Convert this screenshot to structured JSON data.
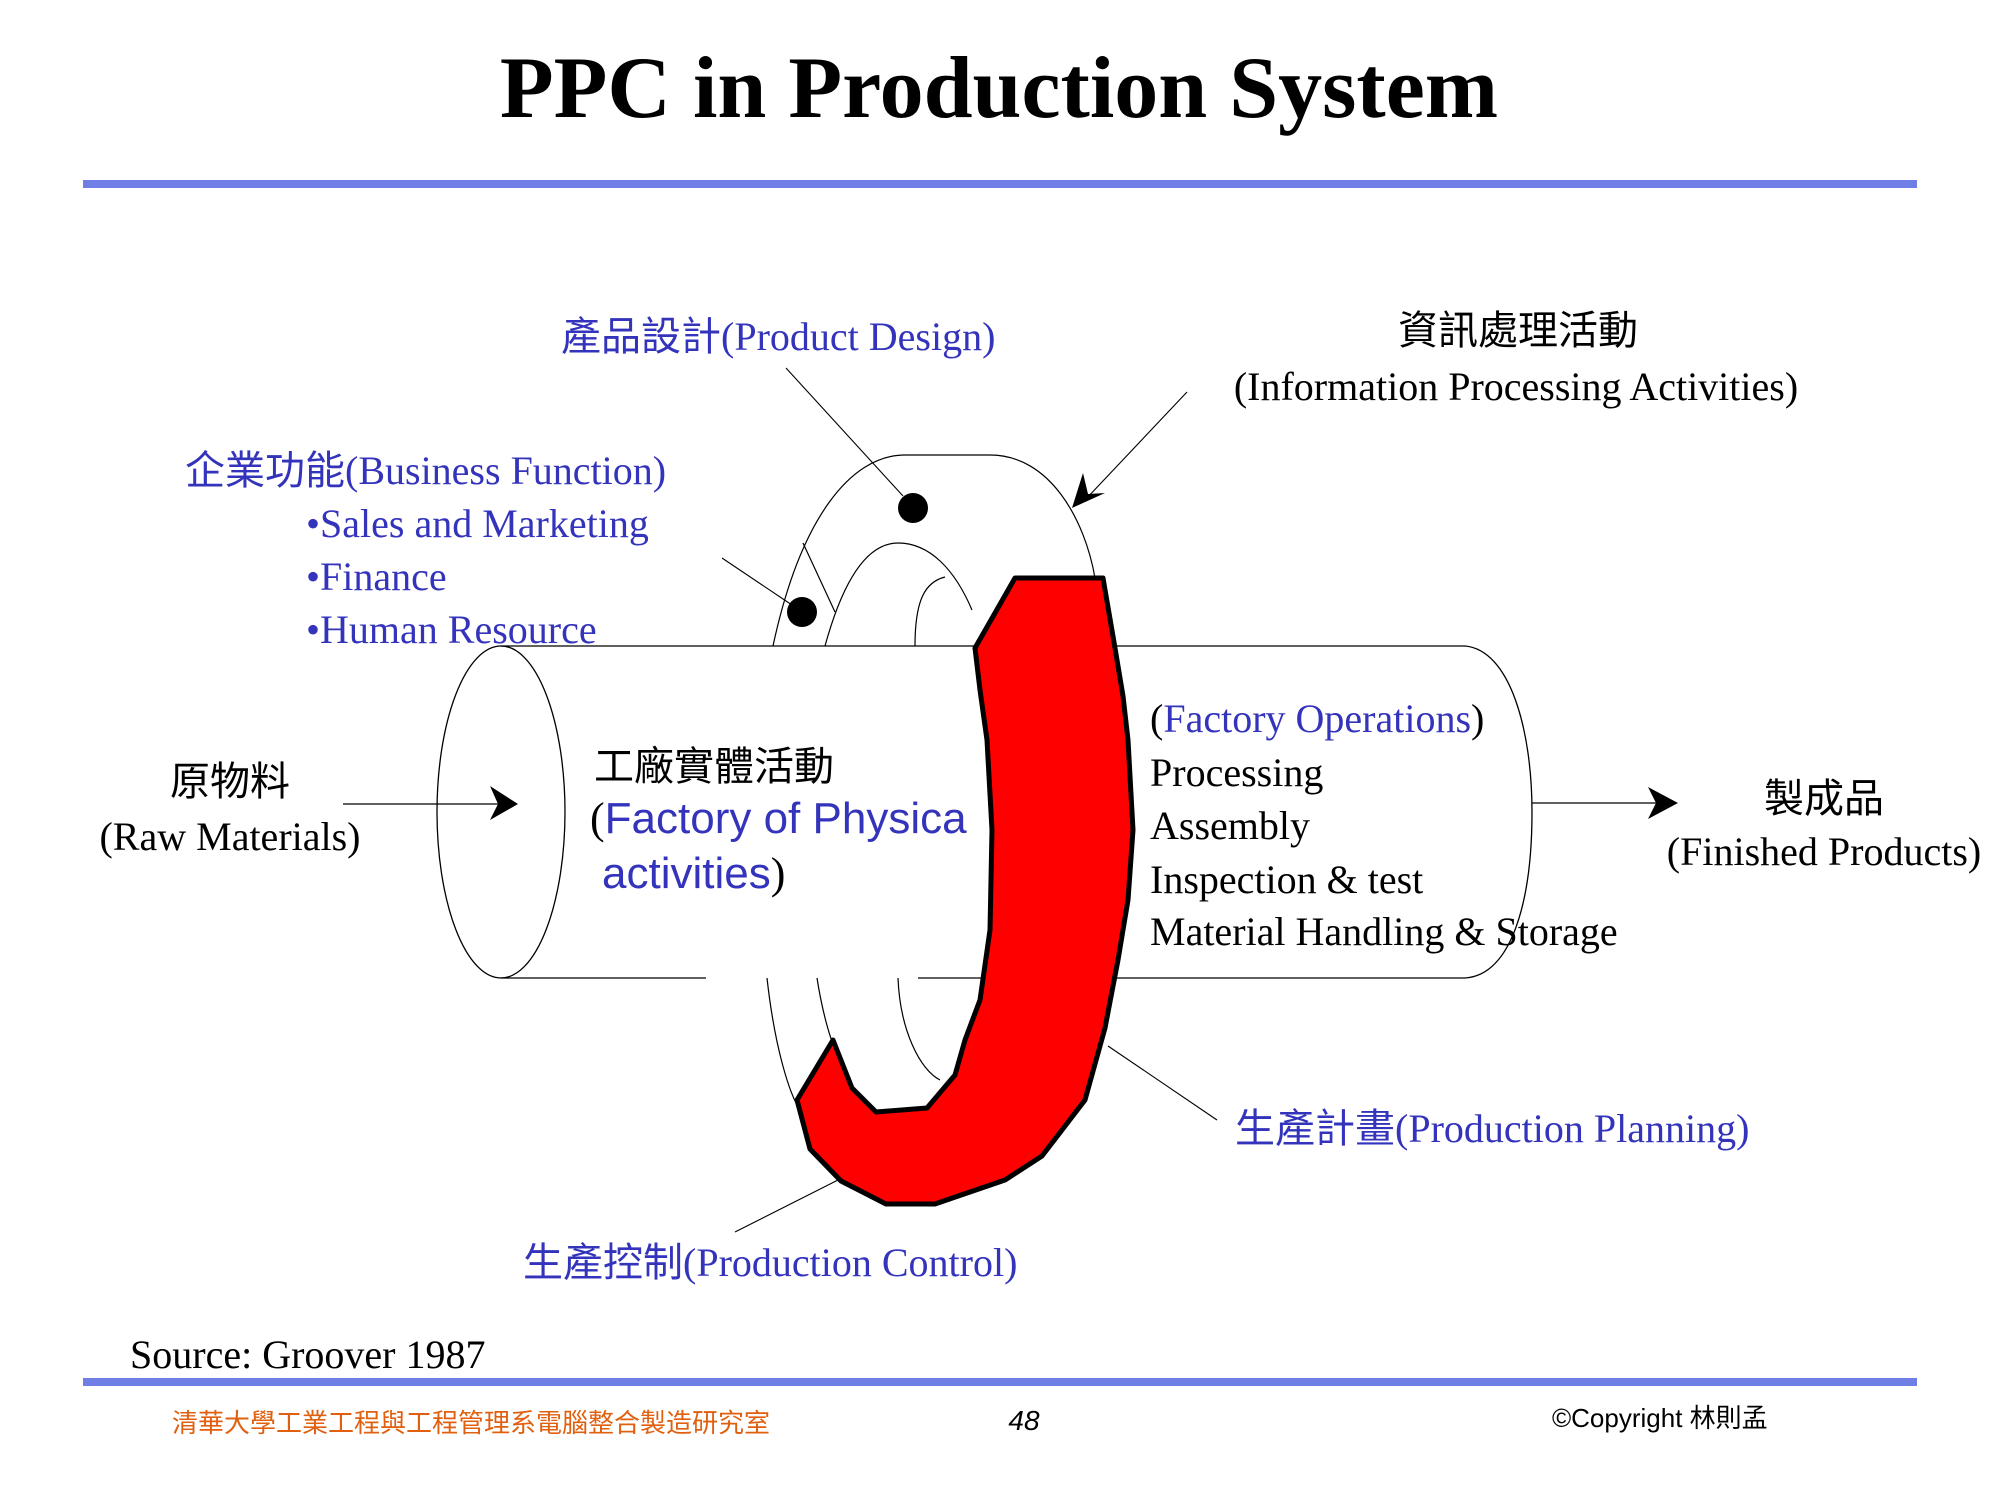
{
  "slide": {
    "title": "PPC in Production System",
    "page_number": "48",
    "source": "Source: Groover 1987",
    "footer_org": "清華大學工業工程與工程管理系電腦整合製造研究室",
    "copyright": "©Copyright 林則孟"
  },
  "colors": {
    "rule": "#6f7fe6",
    "label_blue": "#3333bb",
    "ring_red": "#ff0000",
    "footer_orange": "#e06010"
  },
  "labels": {
    "product_design": "產品設計(Product Design)",
    "info_processing_zh": "資訊處理活動",
    "info_processing_en": "(Information Processing Activities)",
    "business_function": "企業功能(Business Function)",
    "business_items": [
      "•Sales and Marketing",
      "•Finance",
      "•Human Resource"
    ],
    "raw_materials_zh": "原物料",
    "raw_materials_en": "(Raw Materials)",
    "factory_physical_zh": "工廠實體活動",
    "factory_physical_open": "(",
    "factory_physical_en1": "Factory of Physica",
    "factory_physical_en2": "activities",
    "factory_physical_close": ")",
    "factory_ops_open": "(",
    "factory_ops_title": "Factory Operations",
    "factory_ops_close": ")",
    "factory_ops_items": [
      "Processing",
      "Assembly",
      "Inspection & test",
      "Material Handling & Storage"
    ],
    "finished_zh": "製成品",
    "finished_en": "(Finished Products)",
    "production_planning": "生產計畫(Production Planning)",
    "production_control": "生產控制(Production Control)"
  }
}
